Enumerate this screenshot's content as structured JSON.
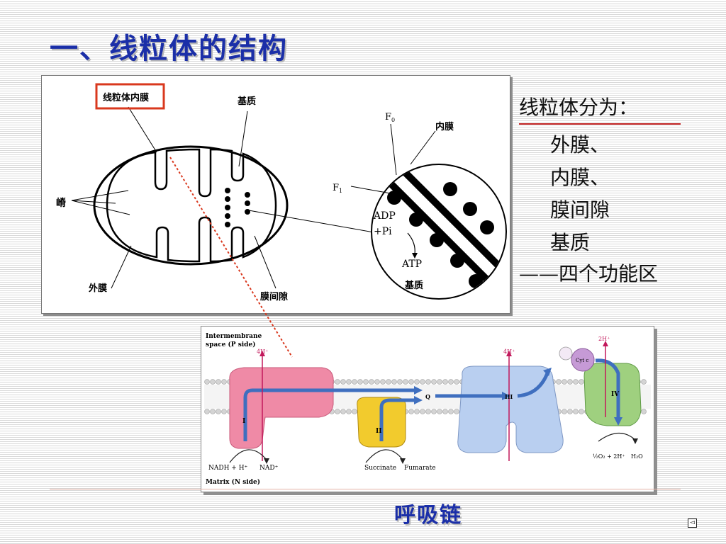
{
  "slide": {
    "title": "一、线粒体的结构",
    "caption": "呼吸链"
  },
  "side_list": {
    "heading": "线粒体分为：",
    "items": [
      "外膜、",
      "内膜、",
      "膜间隙",
      "基质"
    ],
    "footer": "——四个功能区"
  },
  "mito_diagram": {
    "labels": {
      "inner_membrane": "线粒体内膜",
      "matrix": "基质",
      "cristae": "嵴",
      "outer_membrane": "外膜",
      "intermembrane_space": "膜间隙",
      "f0": "F",
      "f0_sub": "0",
      "f1": "F",
      "f1_sub": "1",
      "zoom_inner": "内膜",
      "adp": "ADP",
      "pi": "+Pi",
      "atp": "ATP",
      "zoom_matrix": "基质"
    },
    "colors": {
      "highlight_box": "#d9381e"
    }
  },
  "resp_chain": {
    "labels": {
      "ims_line1": "Intermembrane",
      "ims_line2": "space (P side)",
      "matrix": "Matrix (N side)",
      "proton_i": "4H⁺",
      "proton_iii": "4H⁺",
      "proton_iv": "2H⁺",
      "complex_i": "I",
      "complex_ii": "II",
      "complex_iii": "III",
      "complex_iv": "IV",
      "q": "Q",
      "cyt_c": "Cyt c",
      "nadh": "NADH + H⁺",
      "nad": "NAD⁺",
      "succinate": "Succinate",
      "fumarate": "Fumarate",
      "o2": "½O₂ + 2H⁺",
      "h2o": "H₂O"
    },
    "colors": {
      "complex_i": "#ef8aa6",
      "complex_ii": "#f2cb2d",
      "complex_iii": "#b9cff0",
      "complex_iv": "#9fd07f",
      "cyt_c": "#c69ad6",
      "flow_arrow": "#3f6fbf",
      "proton_arrow": "#c2185b"
    }
  },
  "navigation": {
    "back_symbol": "◅"
  }
}
